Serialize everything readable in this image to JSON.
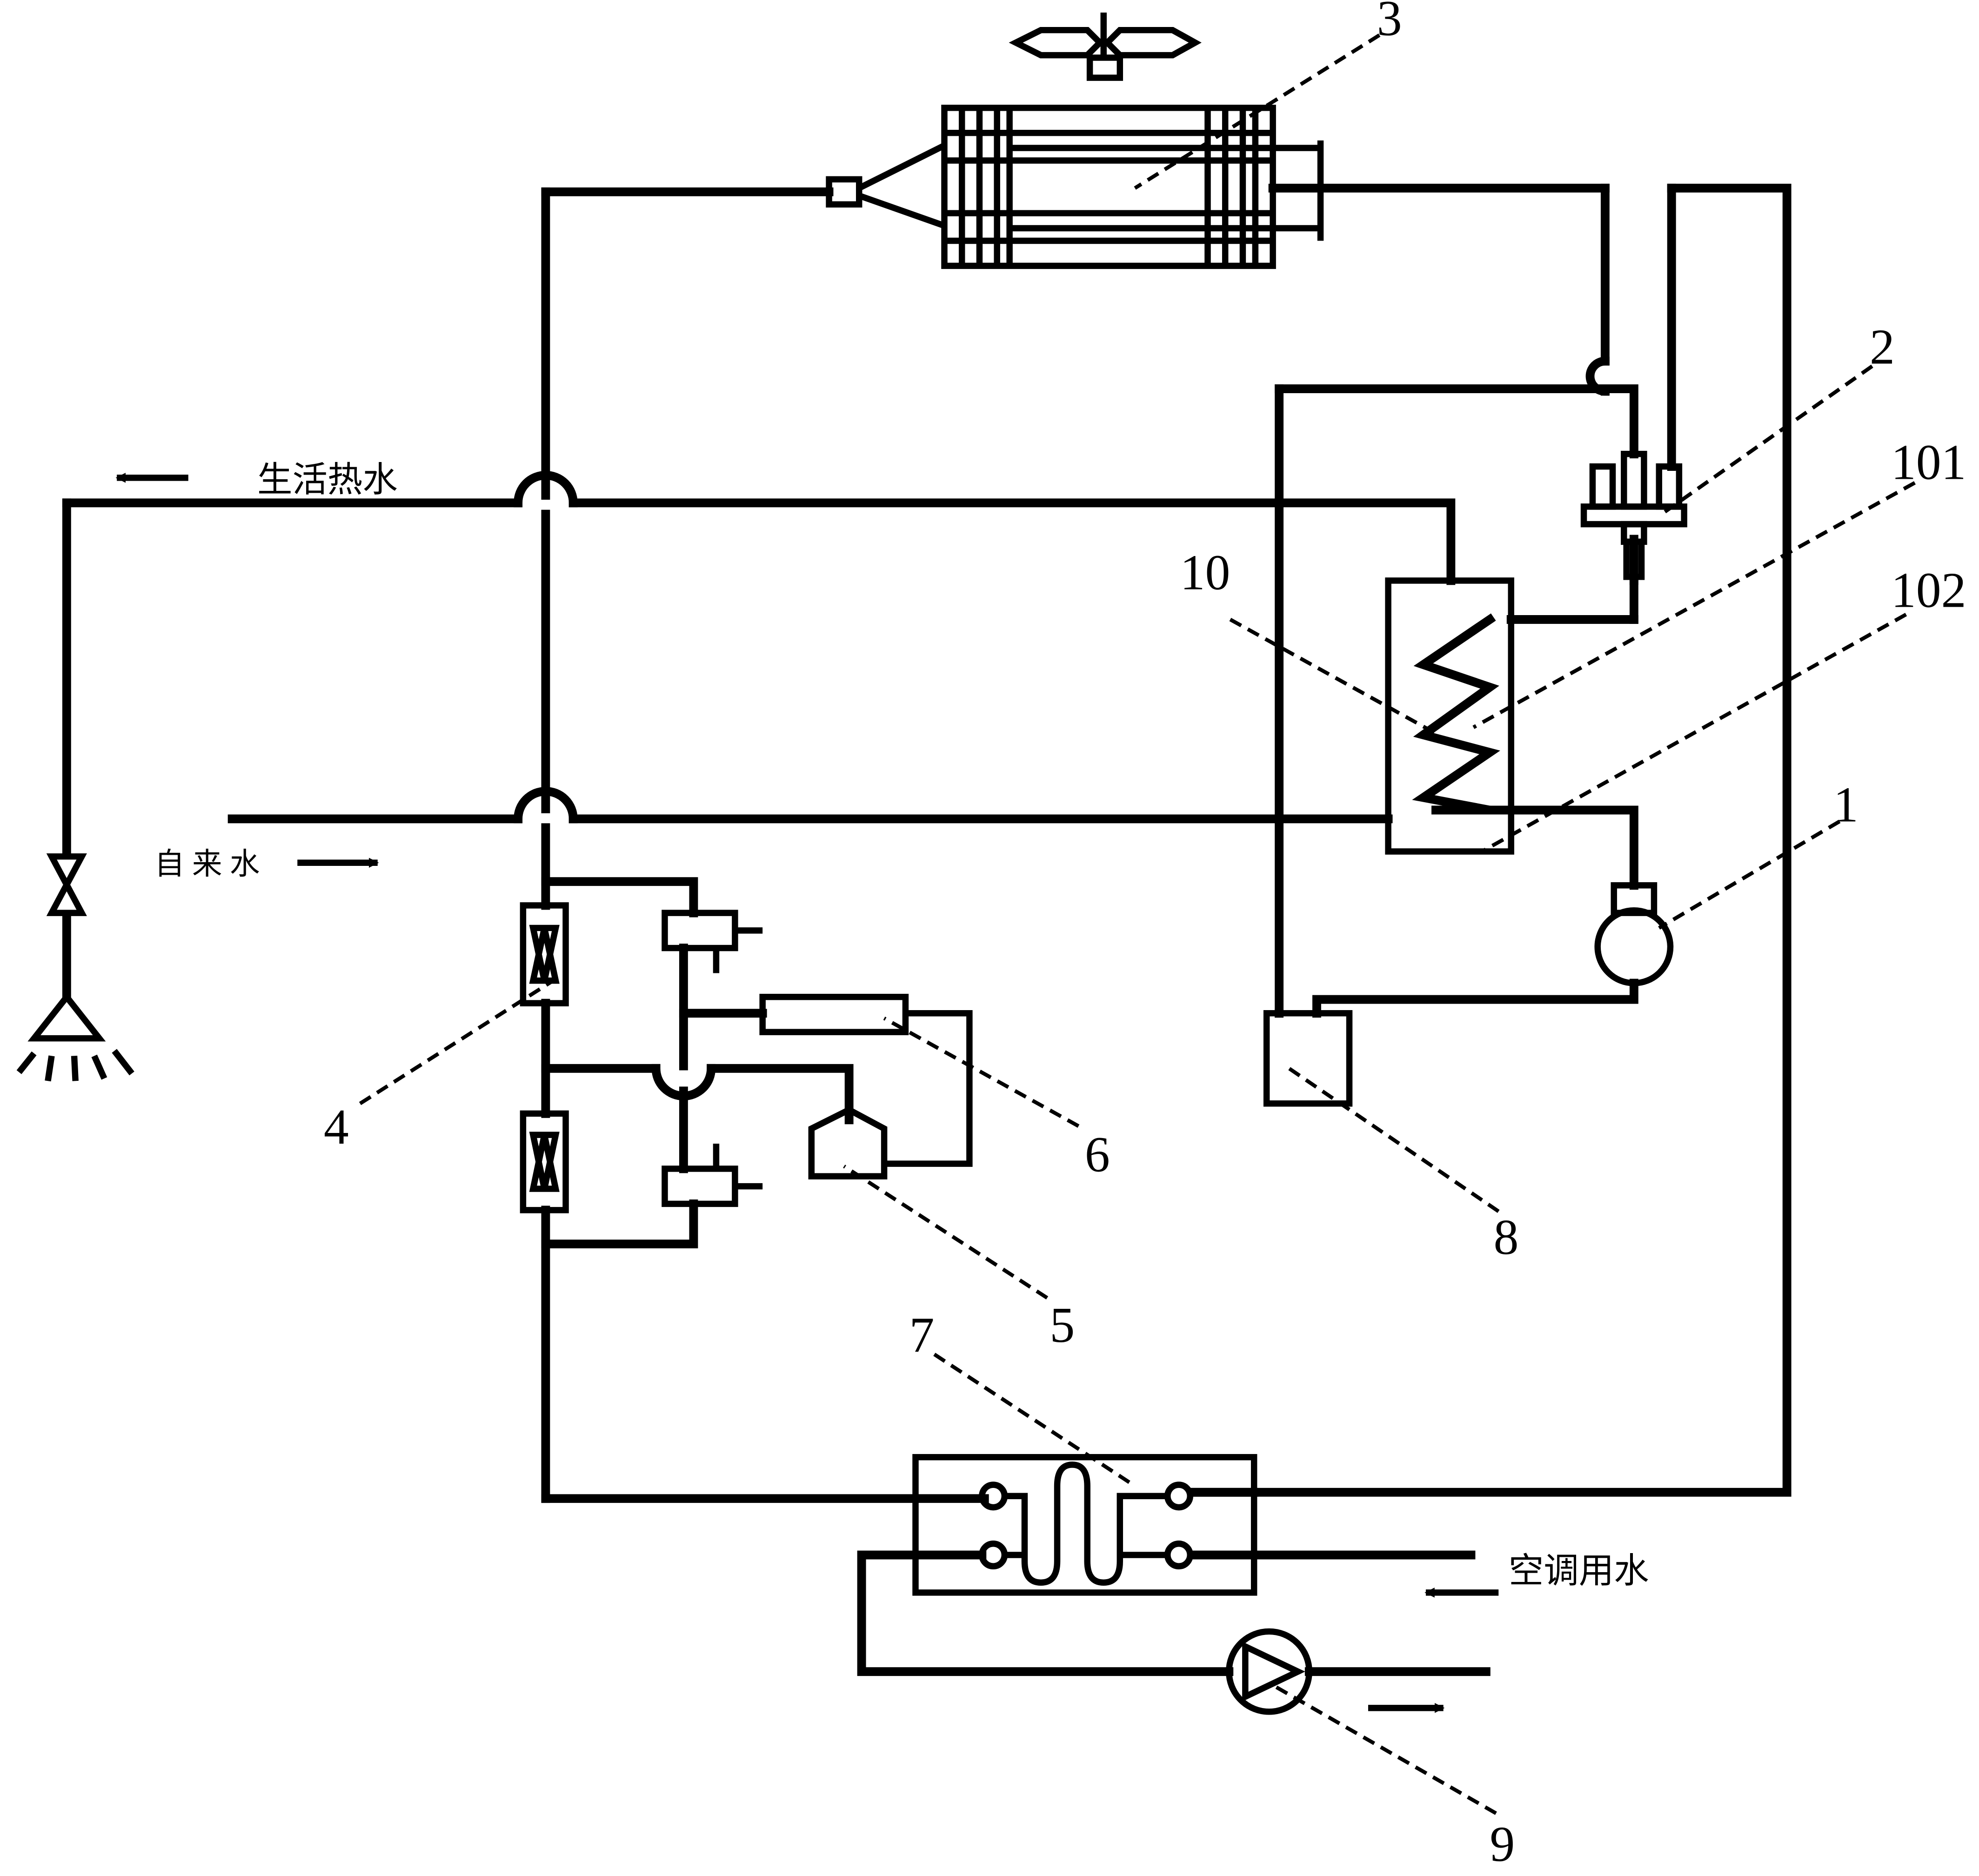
{
  "labels": {
    "compressor": "1",
    "four_way_valve": "2",
    "air_heat_exchanger": "3",
    "expansion_valve": "4",
    "filter": "5",
    "capillary": "6",
    "water_heat_exchanger": "7",
    "gas_liquid_separator": "8",
    "water_pump": "9",
    "water_tank": "10",
    "coil": "101",
    "tank_inner": "102"
  },
  "texts": {
    "hot_water": "生活热水",
    "tap_water": "自来水",
    "ac_water": "空调用水"
  }
}
